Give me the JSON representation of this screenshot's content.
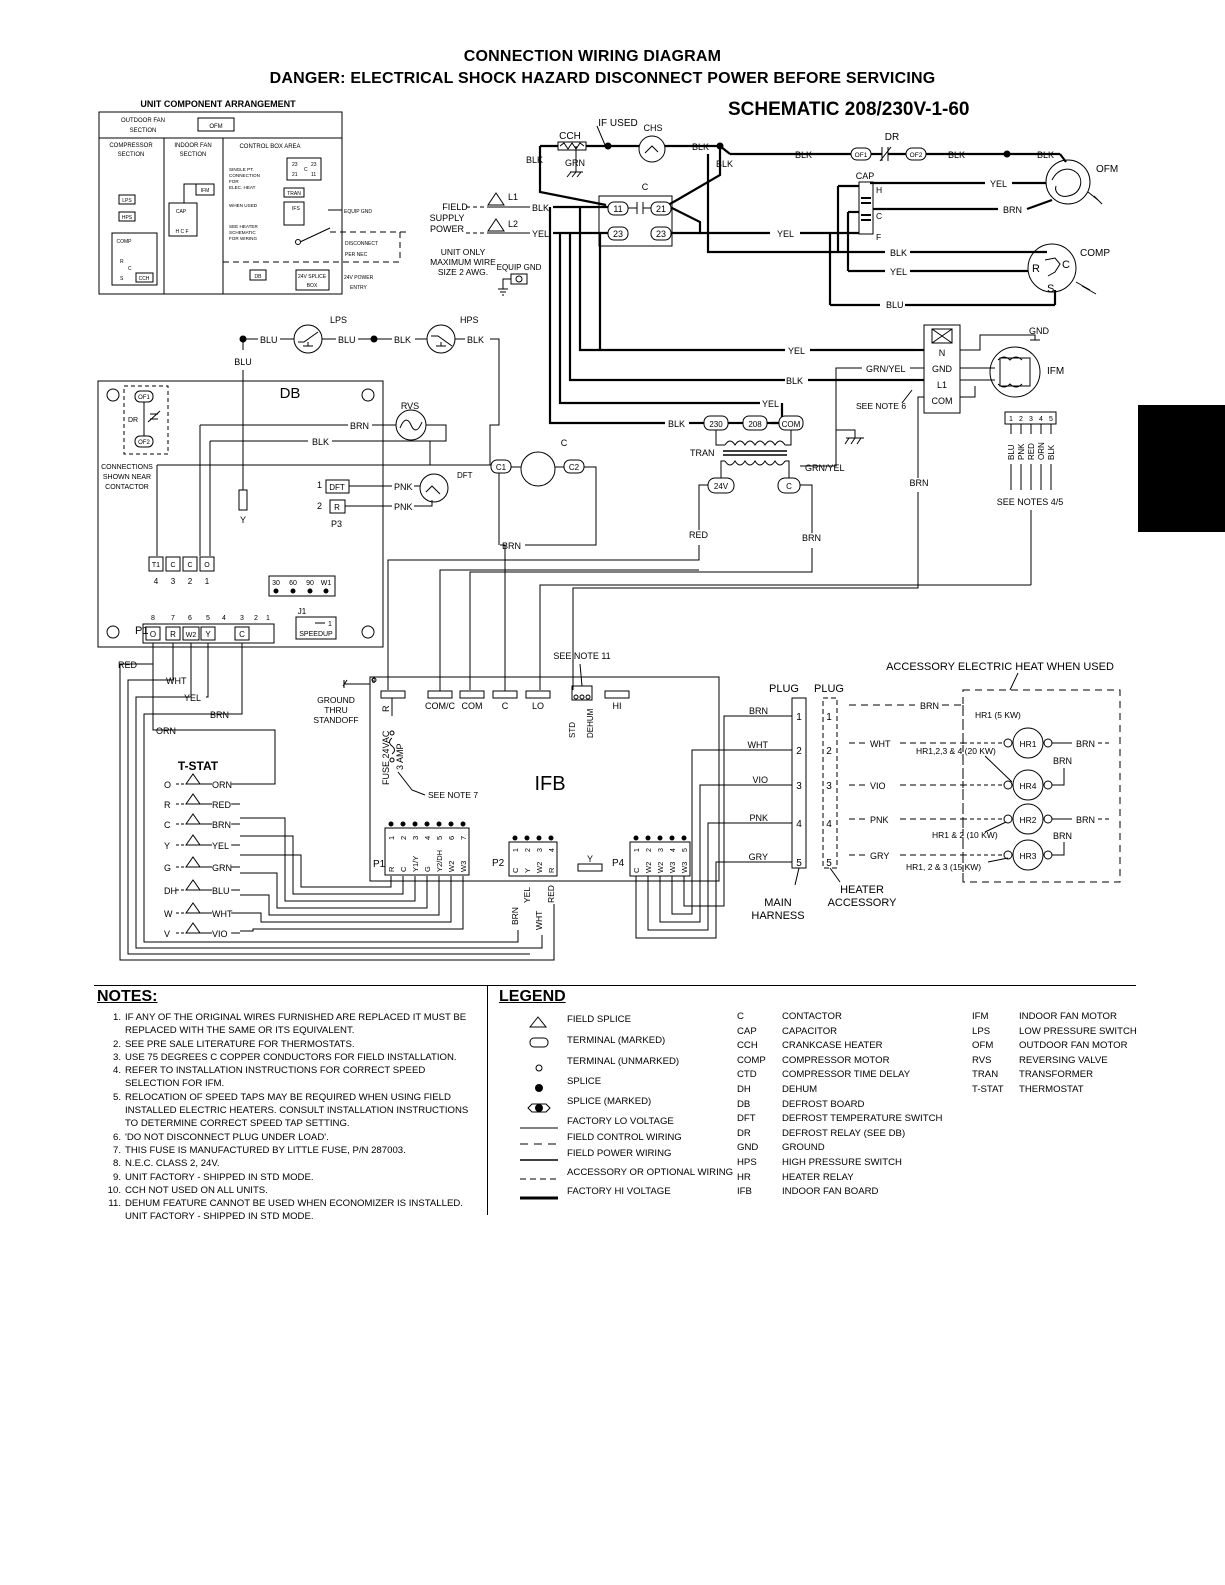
{
  "title": "CONNECTION WIRING DIAGRAM",
  "danger": "DANGER:  ELECTRICAL SHOCK HAZARD DISCONNECT POWER BEFORE SERVICING",
  "schematic": "SCHEMATIC  208/230V-1-60",
  "arrangement": {
    "title": "UNIT COMPONENT ARRANGEMENT",
    "outdoor_fan_section": [
      "OUTDOOR FAN",
      "SECTION"
    ],
    "compressor_section": [
      "COMPRESSOR",
      "SECTION"
    ],
    "indoor_fan_section": [
      "INDOOR FAN",
      "SECTION"
    ],
    "control_box_area": "CONTROL BOX AREA",
    "single_pt": [
      "SINGLE PT.",
      "CONNECTION",
      "FOR",
      "ELEC. HEAT",
      "WHEN USED"
    ],
    "see_heater": [
      "SEE HEATER",
      "SCHEMATIC",
      "FOR WIRING"
    ],
    "equip_gnd": "EQUIP GND",
    "disconnect": [
      "DISCONNECT",
      "PER NEC"
    ],
    "splice_box": [
      "24V SPLICE",
      "BOX"
    ],
    "power_entry": [
      "24V POWER",
      "ENTRY"
    ]
  },
  "components": {
    "ofm": "OFM",
    "ifm": "IFM",
    "comp": "COMP",
    "cap": "CAP",
    "tran": "TRAN",
    "db": "DB",
    "ifb": "IFB",
    "lps": "LPS",
    "hps": "HPS",
    "cch": "CCH",
    "chs": "CHS",
    "dr": "DR",
    "of1": "OF1",
    "of2": "OF2",
    "rvs": "RVS",
    "dft": "DFT",
    "c": "C",
    "c1": "C1",
    "c2": "C2",
    "p3": "P3",
    "p1": "P1",
    "p2": "P2",
    "p4": "P4",
    "j1": "J1",
    "speedup": "SPEEDUP",
    "lps_label": "LPS",
    "hps_label": "HPS",
    "comp_r": "R",
    "comp_s": "S",
    "comp_c": "C",
    "ipm_ifs": "IFS",
    "hcf": "H  C  F",
    "r": "R",
    "s": "S",
    "cch_small": "CCH"
  },
  "wires": {
    "blk": "BLK",
    "blu": "BLU",
    "yel": "YEL",
    "brn": "BRN",
    "grn": "GRN",
    "red": "RED",
    "wht": "WHT",
    "orn": "ORN",
    "pnk": "PNK",
    "vio": "VIO",
    "gry": "GRY",
    "grn_yel": "GRN/YEL",
    "gnd": "GND",
    "n": "N",
    "l1": "L1",
    "com": "COM",
    "com_c": "COM/C",
    "lo": "LO",
    "hi": "HI",
    "std": "STD",
    "dehum": "DEHUM"
  },
  "labels": {
    "if_used": "IF USED",
    "field_supply": [
      "FIELD",
      "SUPPLY",
      "POWER"
    ],
    "unit_only": [
      "UNIT ONLY",
      "MAXIMUM WIRE",
      "SIZE 2 AWG."
    ],
    "equip_gnd": "EQUIP GND",
    "see_note_6": "SEE NOTE 6",
    "see_notes_45": "SEE NOTES 4/5",
    "see_note_11": "SEE NOTE 11",
    "see_note_7": "SEE NOTE 7",
    "connections_near": [
      "CONNECTIONS",
      "SHOWN NEAR",
      "CONTACTOR"
    ],
    "ground_standoff": [
      "GROUND",
      "THRU",
      "STANDOFF"
    ],
    "fuse": "FUSE 24VAC",
    "amp": "3 AMP",
    "tstat": "T-STAT",
    "accessory_heat": "ACCESSORY ELECTRIC HEAT WHEN USED",
    "plug": "PLUG",
    "main_harness": [
      "MAIN",
      "HARNESS"
    ],
    "heater_accessory": [
      "HEATER",
      "ACCESSORY"
    ],
    "hr1_5": "HR1 (5 KW)",
    "hr1234": "HR1,2,3 & 4 (20 KW)",
    "hr12": "HR1 & 2 (10 KW)",
    "hr123": "HR1, 2 & 3 (15 KW)",
    "hr1": "HR1",
    "hr2": "HR2",
    "hr3": "HR3",
    "hr4": "HR4",
    "l1": "L1",
    "l2": "L2",
    "v230": "230",
    "v208": "208",
    "com": "COM",
    "v24": "24V",
    "dft_small": "DFT",
    "db_jumpers": [
      "30",
      "60",
      "90",
      "W1"
    ],
    "t1row": [
      "T1",
      "C",
      "C",
      "O"
    ],
    "t1nums": [
      "4",
      "3",
      "2",
      "1"
    ],
    "p1_nums": [
      "8",
      "7",
      "6",
      "5",
      "4",
      "3",
      "2",
      "1"
    ],
    "p1_terms": [
      "O",
      "R",
      "W2",
      "Y",
      "C"
    ],
    "ifb_p1_pins": [
      "R",
      "C",
      "Y1/Y",
      "G",
      "Y2/DH",
      "W2",
      "W3"
    ],
    "ifb_p1_nums": [
      "1",
      "2",
      "3",
      "4",
      "5",
      "6",
      "7"
    ],
    "ifb_p2_pins": [
      "C",
      "Y",
      "W2",
      "R"
    ],
    "ifb_p4_pins": [
      "C",
      "W2",
      "W2",
      "W3",
      "W3"
    ],
    "ifb_y": "Y",
    "tstat_terms": [
      "O",
      "R",
      "C",
      "Y",
      "G",
      "DH",
      "W",
      "V"
    ],
    "tstat_wires": [
      "ORN",
      "RED",
      "BRN",
      "YEL",
      "GRN",
      "BLU",
      "WHT",
      "VIO"
    ],
    "plug_nums": [
      "1",
      "2",
      "3",
      "4",
      "5"
    ],
    "plug_wires": [
      "BRN",
      "WHT",
      "VIO",
      "PNK",
      "GRY"
    ],
    "ifm_taps": [
      "1",
      "2",
      "3",
      "4",
      "5"
    ],
    "ifm_tap_wires": [
      "BLU",
      "PNK",
      "RED",
      "ORN",
      "BLK"
    ]
  },
  "notes": {
    "title": "NOTES:",
    "items": [
      {
        "n": "1.",
        "text": "IF ANY OF THE ORIGINAL WIRES FURNISHED ARE REPLACED IT MUST BE REPLACED WITH THE SAME OR ITS EQUIVALENT."
      },
      {
        "n": "2.",
        "text": "SEE PRE SALE LITERATURE FOR THERMOSTATS."
      },
      {
        "n": "3.",
        "text": "USE 75 DEGREES C COPPER CONDUCTORS FOR FIELD INSTALLATION."
      },
      {
        "n": "4.",
        "text": "REFER TO INSTALLATION INSTRUCTIONS FOR CORRECT SPEED SELECTION FOR IFM."
      },
      {
        "n": "5.",
        "text": "RELOCATION OF SPEED TAPS MAY BE REQUIRED WHEN USING FIELD INSTALLED ELECTRIC HEATERS.  CONSULT INSTALLATION INSTRUCTIONS TO DETERMINE CORRECT SPEED TAP SETTING."
      },
      {
        "n": "6.",
        "text": "'DO NOT DISCONNECT PLUG UNDER LOAD'."
      },
      {
        "n": "7.",
        "text": "THIS FUSE IS MANUFACTURED BY LITTLE FUSE, P/N 287003."
      },
      {
        "n": "8.",
        "text": "N.E.C. CLASS 2, 24V."
      },
      {
        "n": "9.",
        "text": "UNIT FACTORY - SHIPPED IN STD MODE."
      },
      {
        "n": "10.",
        "text": "CCH NOT USED ON ALL UNITS."
      },
      {
        "n": "11.",
        "text": "DEHUM FEATURE CANNOT BE USED WHEN ECONOMIZER IS INSTALLED.  UNIT FACTORY - SHIPPED IN STD MODE."
      }
    ]
  },
  "legend": {
    "title": "LEGEND",
    "symbols": [
      "FIELD SPLICE",
      "TERMINAL (MARKED)",
      "TERMINAL (UNMARKED)",
      "SPLICE",
      "SPLICE (MARKED)",
      "FACTORY LO VOLTAGE",
      "FIELD CONTROL WIRING",
      "FIELD POWER WIRING",
      "ACCESSORY OR OPTIONAL WIRING",
      "FACTORY HI VOLTAGE"
    ],
    "abbr1": [
      {
        "k": "C",
        "v": "CONTACTOR"
      },
      {
        "k": "CAP",
        "v": "CAPACITOR"
      },
      {
        "k": "CCH",
        "v": "CRANKCASE HEATER"
      },
      {
        "k": "COMP",
        "v": "COMPRESSOR MOTOR"
      },
      {
        "k": "CTD",
        "v": "COMPRESSOR TIME DELAY"
      },
      {
        "k": "DH",
        "v": "DEHUM"
      },
      {
        "k": "DB",
        "v": "DEFROST BOARD"
      },
      {
        "k": "DFT",
        "v": "DEFROST TEMPERATURE SWITCH"
      },
      {
        "k": "DR",
        "v": "DEFROST RELAY (SEE DB)"
      },
      {
        "k": "GND",
        "v": "GROUND"
      },
      {
        "k": "HPS",
        "v": "HIGH PRESSURE SWITCH"
      },
      {
        "k": "HR",
        "v": "HEATER RELAY"
      },
      {
        "k": "IFB",
        "v": "INDOOR FAN BOARD"
      }
    ],
    "abbr2": [
      {
        "k": "IFM",
        "v": "INDOOR FAN MOTOR"
      },
      {
        "k": "LPS",
        "v": "LOW PRESSURE SWITCH"
      },
      {
        "k": "OFM",
        "v": "OUTDOOR FAN MOTOR"
      },
      {
        "k": "RVS",
        "v": "REVERSING VALVE"
      },
      {
        "k": "TRAN",
        "v": "TRANSFORMER"
      },
      {
        "k": "T-STAT",
        "v": "THERMOSTAT"
      }
    ]
  }
}
